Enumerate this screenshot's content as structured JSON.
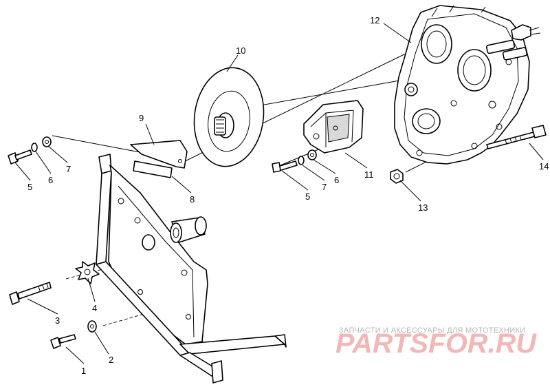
{
  "callouts": {
    "c1": "1",
    "c2": "2",
    "c3": "3",
    "c4": "4",
    "c5a": "5",
    "c6a": "6",
    "c7a": "7",
    "c5b": "5",
    "c7b": "7",
    "c6b": "6",
    "c8": "8",
    "c9": "9",
    "c10": "10",
    "c11": "11",
    "c12": "12",
    "c13": "13",
    "c14": "14"
  },
  "watermark": {
    "tagline": "ЗАПЧАСТИ И АКСЕССУАРЫ ДЛЯ МОТОТЕХНИКИ",
    "logo": "PARTSFOR.RU"
  },
  "colors": {
    "line": "#000000",
    "background": "#ffffff",
    "watermark_logo": "#f2b8b8",
    "watermark_text": "#b5b5b5"
  }
}
